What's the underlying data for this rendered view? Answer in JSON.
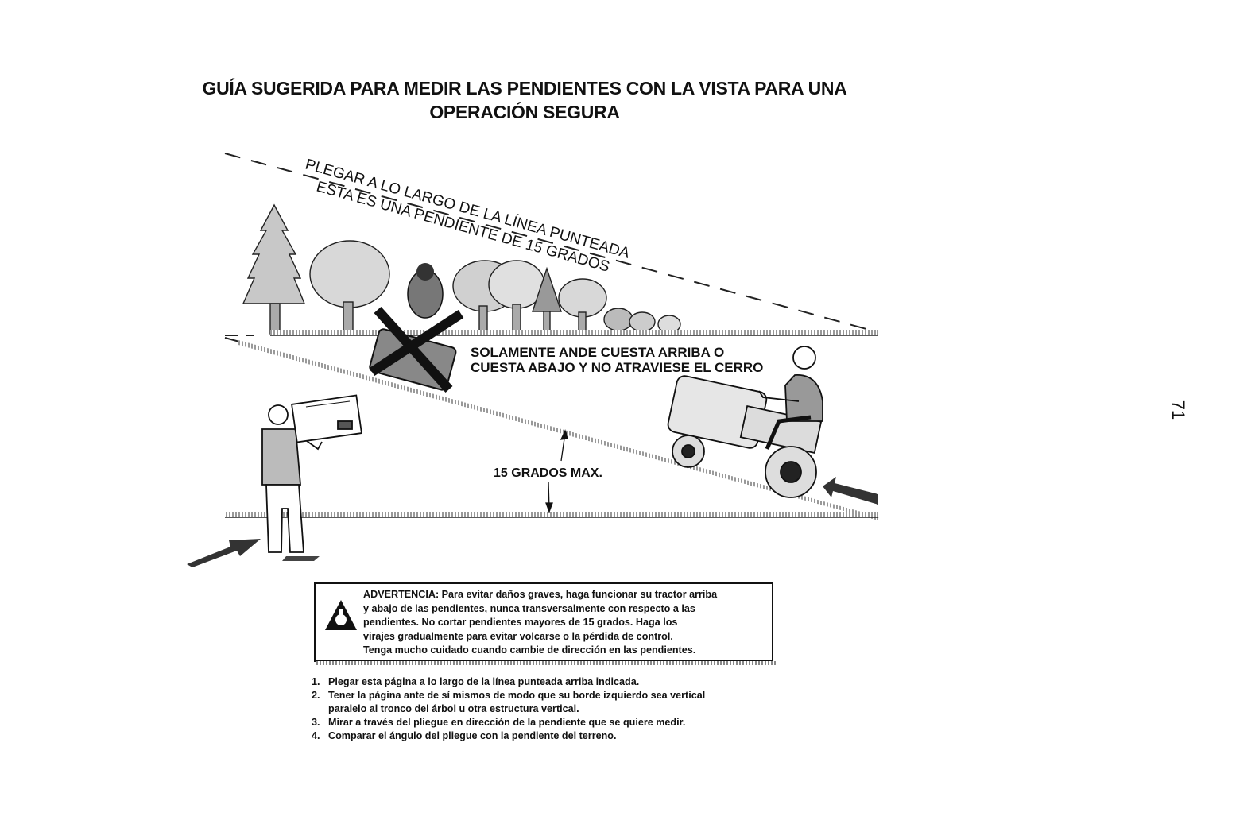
{
  "title": {
    "line1": "GUÍA SUGERIDA PARA MEDIR LAS PENDIENTES CON LA VISTA PARA UNA",
    "line2": "OPERACIÓN SEGURA"
  },
  "page_number": "71",
  "illustration": {
    "fold_line1": "PLEGAR A LO LARGO DE LA LÍNEA PUNTEADA",
    "fold_line2": "ESTA ES UNA PENDIENTE DE 15 GRADOS",
    "instruction_line1": "SOLAMENTE ANDE CUESTA ARRIBA O",
    "instruction_line2": "CUESTA ABAJO Y NO ATRAVIESE EL CERRO",
    "angle_label": "15 GRADOS MAX."
  },
  "warning": {
    "lines": [
      "ADVERTENCIA: Para evitar daños graves, haga funcionar su tractor arriba",
      "y abajo de las pendientes, nunca transversalmente con respecto a las",
      "pendientes. No cortar pendientes mayores de 15 grados. Haga los",
      "virajes gradualmente para evitar volcarse o la pérdida de control.",
      "Tenga mucho cuidado cuando cambie de dirección en las pendientes."
    ]
  },
  "instructions": [
    {
      "num": "1.",
      "lines": [
        "Plegar esta página a lo largo de la línea punteada arriba indicada."
      ]
    },
    {
      "num": "2.",
      "lines": [
        "Tener la página ante de sí mismos de modo  que su borde izquierdo sea vertical",
        "paralelo al tronco del árbol u otra estructura vertical."
      ]
    },
    {
      "num": "3.",
      "lines": [
        "Mirar a través del pliegue en dirección de la pendiente que se quiere medir."
      ]
    },
    {
      "num": "4.",
      "lines": [
        "Comparar el ángulo del pliegue con la pendiente del terreno."
      ]
    }
  ]
}
